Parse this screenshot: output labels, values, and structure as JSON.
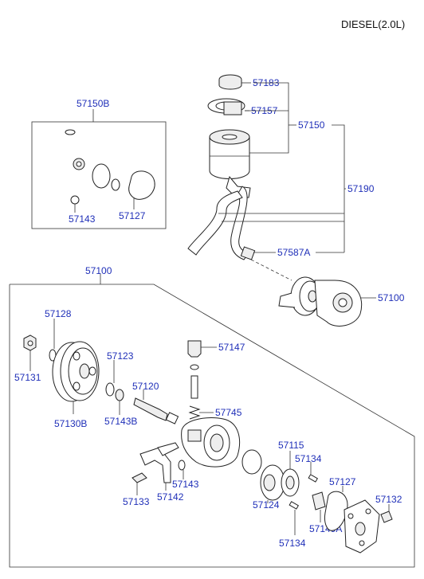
{
  "title": "DIESEL(2.0L)",
  "labels": {
    "p57183": "57183",
    "p57157": "57157",
    "p57150": "57150",
    "p57150B": "57150B",
    "p57190": "57190",
    "p57143_kit": "57143",
    "p57127_kit": "57127",
    "p57587A": "57587A",
    "p57100_top": "57100",
    "p57100_box": "57100",
    "p57128": "57128",
    "p57131": "57131",
    "p57130B": "57130B",
    "p57123": "57123",
    "p57143B": "57143B",
    "p57120": "57120",
    "p57147": "57147",
    "p57745": "57745",
    "p57115": "57115",
    "p57134_a": "57134",
    "p57127": "57127",
    "p57132": "57132",
    "p57133": "57133",
    "p57142": "57142",
    "p57143": "57143",
    "p57124": "57124",
    "p57149A": "57149A",
    "p57134_b": "57134"
  }
}
